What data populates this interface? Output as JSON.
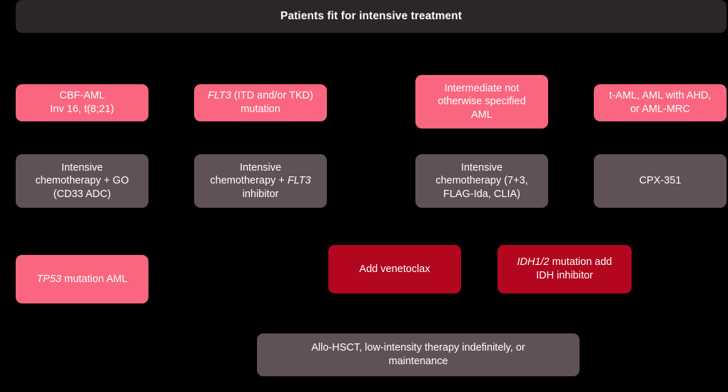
{
  "diagram": {
    "title": "Patients fit for intensive treatment",
    "colors": {
      "background": "#000000",
      "header_fill": "#2b2628",
      "category_fill": "#fa6680",
      "treatment_fill": "#605158",
      "addon_fill": "#b3071f",
      "text": "#ffffff"
    },
    "header": {
      "label": "Patients fit for intensive treatment"
    },
    "categories": [
      {
        "id": "cbf-aml",
        "line1": "CBF-AML",
        "line2": "Inv 16, t(8;21)"
      },
      {
        "id": "flt3-mutation",
        "line1_italic": "FLT3",
        "line1_rest": " (ITD and/or TKD)",
        "line2": "mutation"
      },
      {
        "id": "intermediate-nos-aml",
        "line1": "Intermediate not",
        "line2": "otherwise specified",
        "line3": "AML"
      },
      {
        "id": "t-aml-ahd-mrc",
        "line1": "t-AML, AML with AHD,",
        "line2": "or AML-MRC"
      },
      {
        "id": "tp53-mutation-aml",
        "line1_italic": "TP53",
        "line1_rest": " mutation AML"
      }
    ],
    "treatments": [
      {
        "id": "intensive-chemo-go",
        "line1": "Intensive",
        "line2": "chemotherapy + GO",
        "line3": "(CD33 ADC)"
      },
      {
        "id": "intensive-chemo-flt3",
        "line1": "Intensive",
        "line2_pre": "chemotherapy + ",
        "line2_italic": "FLT3",
        "line3": "inhibitor"
      },
      {
        "id": "intensive-chemo-standard",
        "line1": "Intensive",
        "line2": "chemotherapy (7+3,",
        "line3": "FLAG-Ida, CLIA)"
      },
      {
        "id": "cpx-351",
        "line1": "CPX-351"
      }
    ],
    "addons": [
      {
        "id": "add-venetoclax",
        "line1": "Add venetoclax"
      },
      {
        "id": "idh-inhibitor",
        "line1_italic": "IDH1/2",
        "line1_rest": " mutation add",
        "line2": "IDH inhibitor"
      }
    ],
    "outcome": {
      "id": "allo-hsct-maintenance",
      "line1": "Allo-HSCT, low-intensity therapy indefinitely, or",
      "line2": "maintenance"
    }
  }
}
